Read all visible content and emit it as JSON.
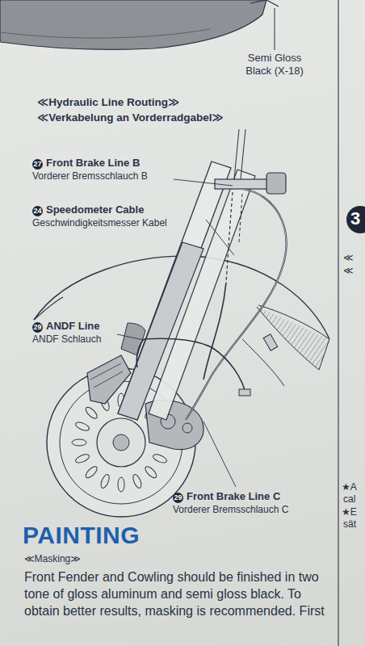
{
  "diagram": {
    "title": "≪Hydraulic Line Routing≫",
    "labels": [
      "Semi Gloss Black (X-18)",
      "≪Verkabelung an Vorderradgabel≫",
      "27",
      "Front Brake Line B",
      "Vorderer Bremsschlauch B",
      "24",
      "Speedometer Cable",
      "Geschwindigkeitsmesser Kabel",
      "29",
      "ANDF Line",
      "ANDF Schlauch",
      "29",
      "Front Brake Line C",
      "Vorderer Bremsschlauch C",
      "PAINTING",
      "≪Masking≫",
      "Front Fender and Cowling should be finished in two tone of gloss aluminum and semi gloss black. To obtain better results, masking is recommended. First",
      "3",
      "≪",
      "≪",
      "★A",
      "cal",
      "★E",
      "sät"
    ]
  }
}
